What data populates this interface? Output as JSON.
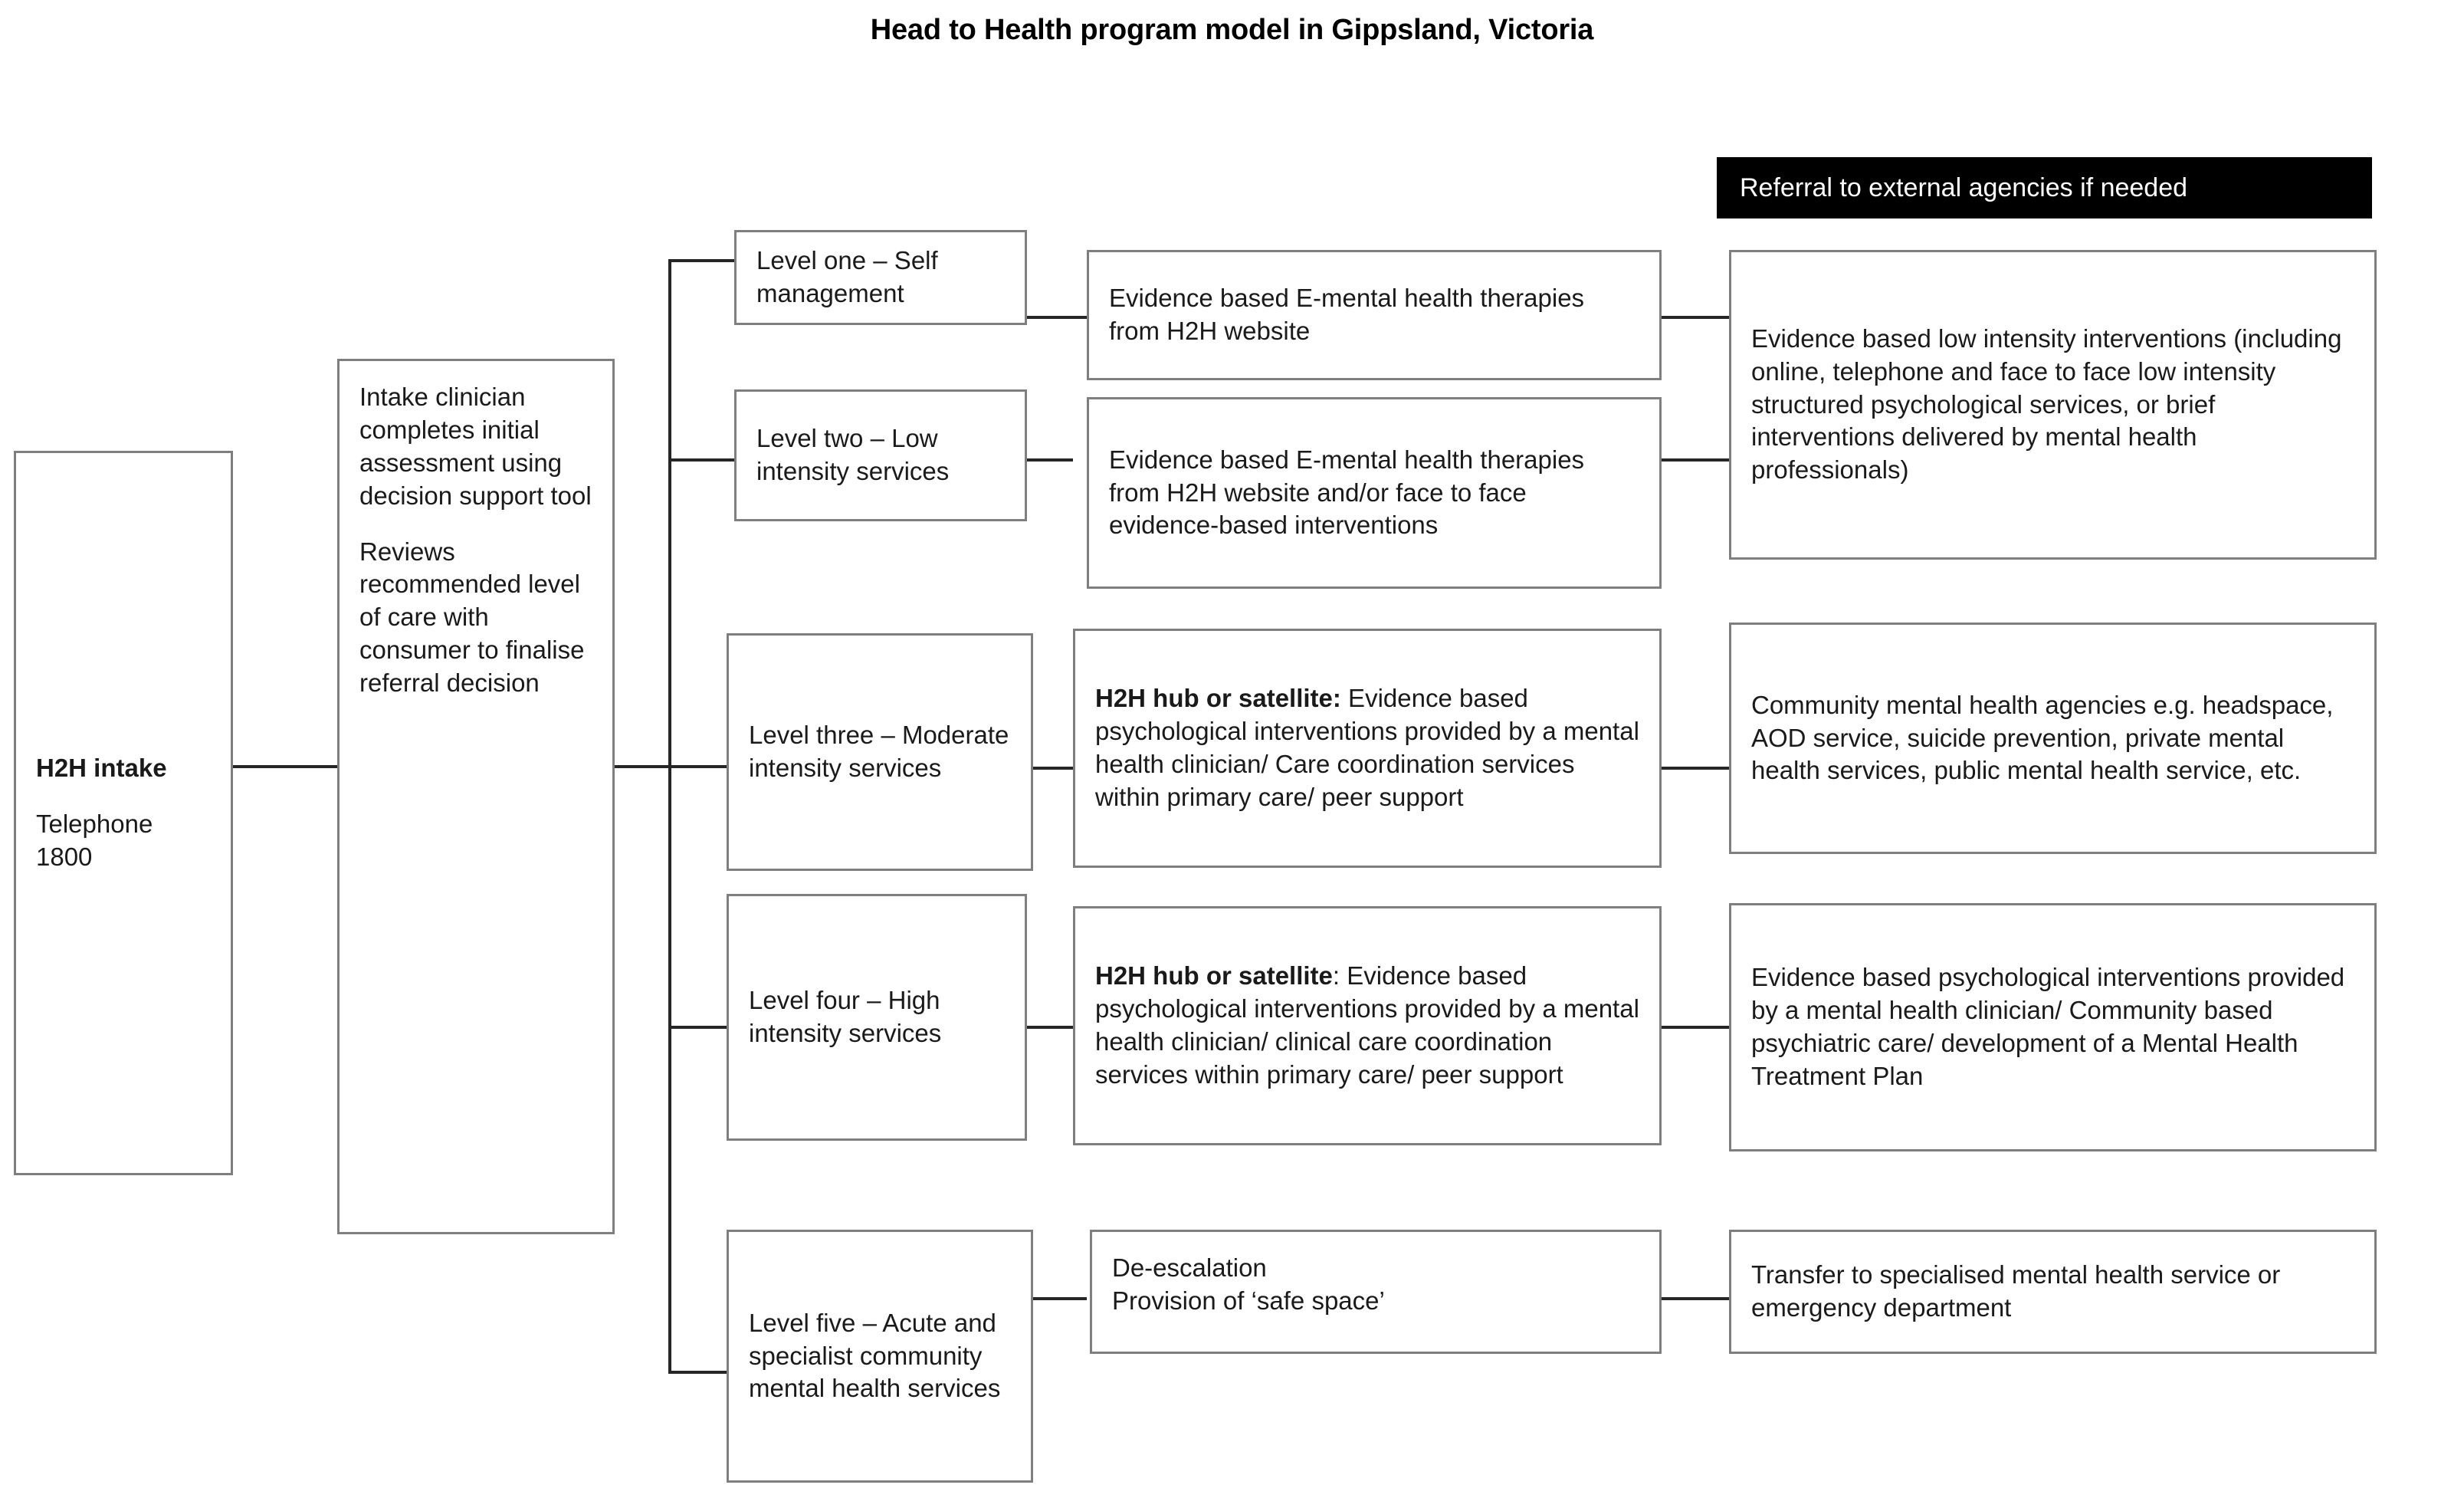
{
  "title": "Head to Health program model in Gippsland, Victoria",
  "intake": {
    "heading": "H2H intake",
    "subtext_line1": "Telephone",
    "subtext_line2": "1800"
  },
  "clinician": {
    "paragraph1": "Intake clinician completes initial assessment using decision support tool",
    "paragraph2": "Reviews recommended level of care with consumer to finalise referral decision"
  },
  "referral_header": "Referral to external agencies if needed",
  "levels": [
    {
      "level_label": "Level one – Self management",
      "service": {
        "bold_prefix": "",
        "text": "Evidence based E-mental health therapies from H2H website"
      },
      "referral": "Evidence based low intensity interventions (including online, telephone and face to face low intensity structured psychological services, or brief interventions delivered by mental health professionals)"
    },
    {
      "level_label": "Level two – Low intensity services",
      "service": {
        "bold_prefix": "",
        "text": "Evidence based E-mental health therapies from H2H website and/or face to face evidence-based interventions"
      },
      "referral": ""
    },
    {
      "level_label": "Level three – Moderate intensity services",
      "service": {
        "bold_prefix": "H2H hub or satellite:",
        "text": " Evidence based psychological interventions provided by a mental health clinician/ Care coordination services within primary care/ peer support"
      },
      "referral": "Community mental health agencies e.g. headspace, AOD service, suicide prevention, private mental health services, public mental health service, etc."
    },
    {
      "level_label": "Level four – High intensity services",
      "service": {
        "bold_prefix": "H2H hub or satellite",
        "text": ": Evidence based psychological interventions provided by a mental health clinician/ clinical care coordination services within primary care/ peer support"
      },
      "referral": "Evidence based psychological interventions provided by a mental health clinician/ Community based psychiatric care/ development of a Mental Health Treatment Plan"
    },
    {
      "level_label": "Level five – Acute and specialist community mental health services",
      "service": {
        "bold_prefix": "",
        "text": "De-escalation\nProvision of ‘safe space’"
      },
      "referral": "Transfer to specialised mental health service or emergency department"
    }
  ],
  "colors": {
    "box_border": "#7f7f7f",
    "connector": "#262626",
    "header_bar_bg": "#000000",
    "header_bar_text": "#ffffff",
    "text": "#1a1a1a"
  }
}
